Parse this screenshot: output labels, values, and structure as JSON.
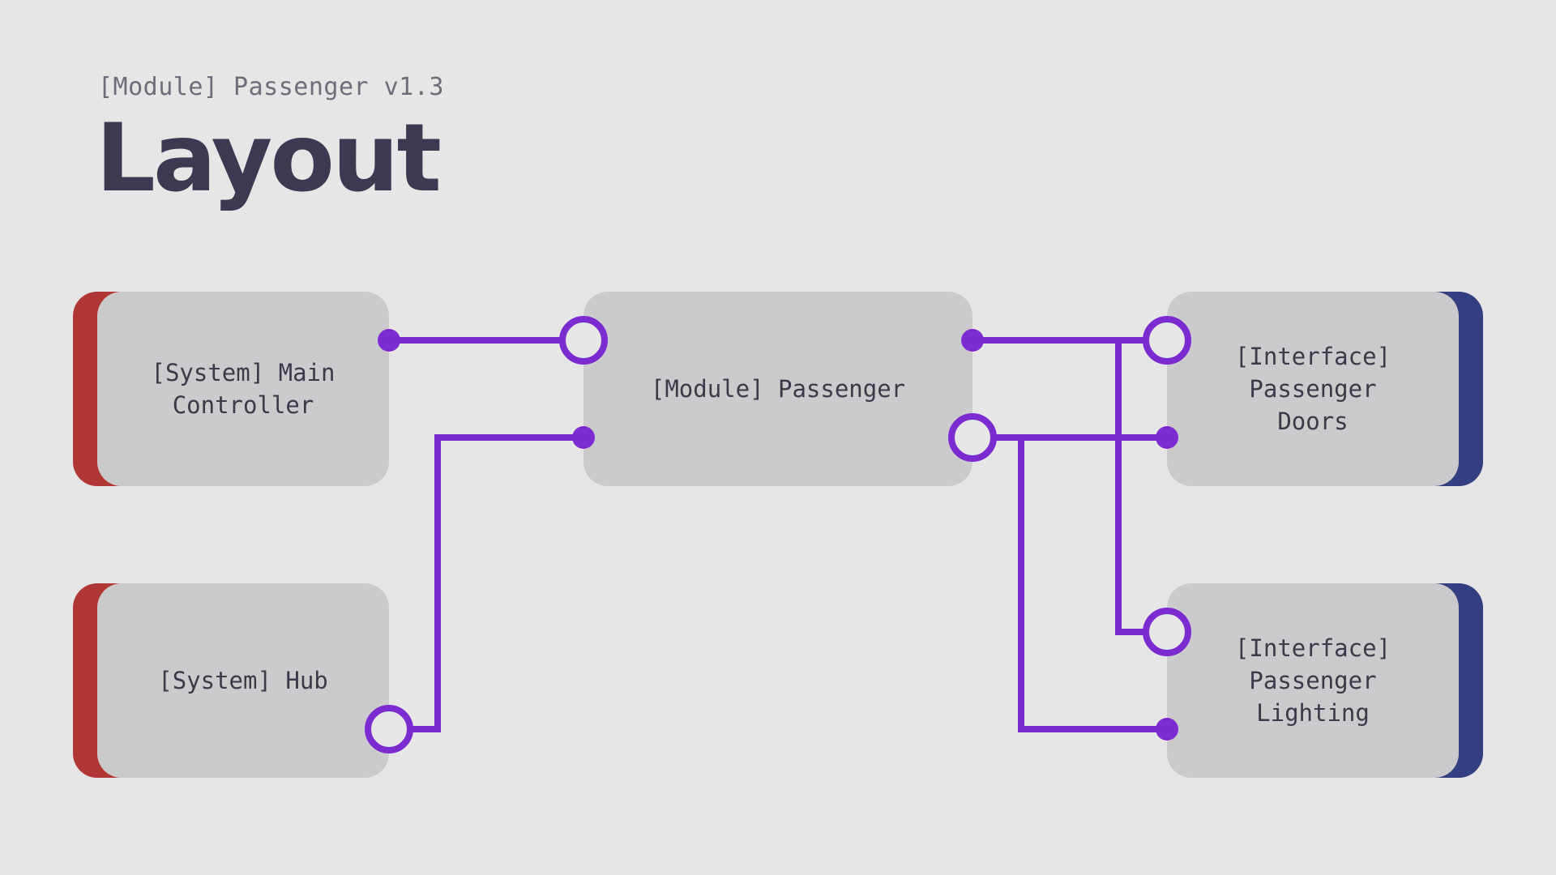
{
  "header": {
    "subtitle": "[Module] Passenger v1.3",
    "title": "Layout"
  },
  "colors": {
    "background": "#e6e6e7",
    "node_fill": "#cbcbcd",
    "system_accent": "#b03535",
    "interface_accent": "#333f80",
    "connector": "#7b2bd0",
    "title_text": "#3c3a51",
    "subtitle_text": "#6e6d7a"
  },
  "nodes": {
    "main_controller": {
      "label": "[System] Main\nController",
      "kind": "system"
    },
    "hub": {
      "label": "[System] Hub",
      "kind": "system"
    },
    "passenger": {
      "label": "[Module] Passenger",
      "kind": "module"
    },
    "doors": {
      "label": "[Interface]\nPassenger\nDoors",
      "kind": "interface"
    },
    "lighting": {
      "label": "[Interface]\nPassenger\nLighting",
      "kind": "interface"
    }
  },
  "connections": [
    {
      "from": "main_controller",
      "to": "passenger"
    },
    {
      "from": "passenger",
      "to": "hub"
    },
    {
      "from": "passenger",
      "to": "doors"
    },
    {
      "from": "passenger",
      "to": "lighting"
    },
    {
      "from": "doors",
      "to": "passenger"
    },
    {
      "from": "lighting",
      "to": "passenger"
    }
  ]
}
